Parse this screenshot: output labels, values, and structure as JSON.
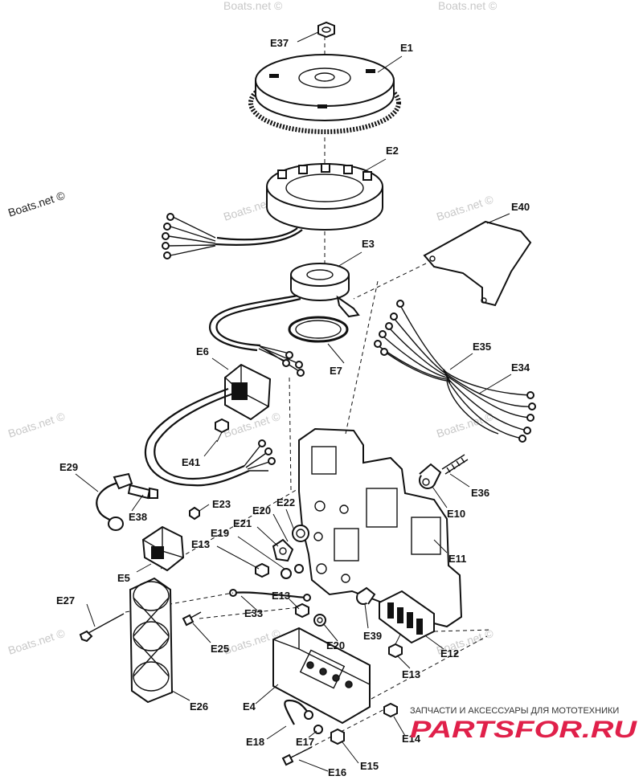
{
  "watermark": "Boats.net ©",
  "brand": {
    "tagline": "ЗАПЧАСТИ И АКСЕССУАРЫ ДЛЯ МОТОТЕХНИКИ",
    "logo_text": "PARTSFOR.RU",
    "accent_color": "#e0204a"
  },
  "callouts": {
    "E1": "E1",
    "E2": "E2",
    "E3": "E3",
    "E4": "E4",
    "E5": "E5",
    "E6": "E6",
    "E7": "E7",
    "E10": "E10",
    "E11": "E11",
    "E12": "E12",
    "E13": "E13",
    "E14": "E14",
    "E15": "E15",
    "E16": "E16",
    "E17": "E17",
    "E18": "E18",
    "E19": "E19",
    "E20": "E20",
    "E21": "E21",
    "E22": "E22",
    "E23": "E23",
    "E25": "E25",
    "E26": "E26",
    "E27": "E27",
    "E29": "E29",
    "E33": "E33",
    "E34": "E34",
    "E35": "E35",
    "E36": "E36",
    "E37": "E37",
    "E38": "E38",
    "E39": "E39",
    "E40": "E40",
    "E41": "E41"
  }
}
